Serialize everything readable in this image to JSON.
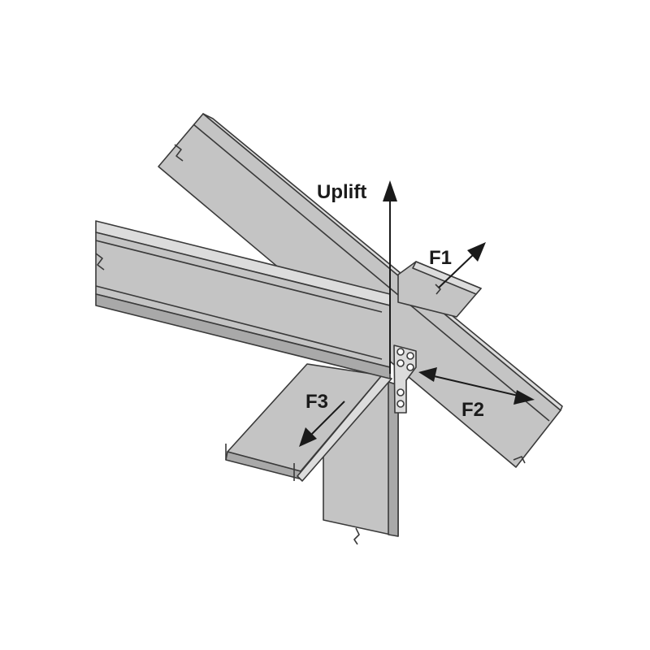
{
  "labels": {
    "uplift": "Uplift",
    "f1": "F1",
    "f2": "F2",
    "f3": "F3"
  },
  "colors": {
    "steel_face": "#c4c4c4",
    "steel_dark": "#a9a9a9",
    "steel_light": "#dcdcdc",
    "outline": "#3a3a3a",
    "arrow": "#1a1a1a"
  }
}
